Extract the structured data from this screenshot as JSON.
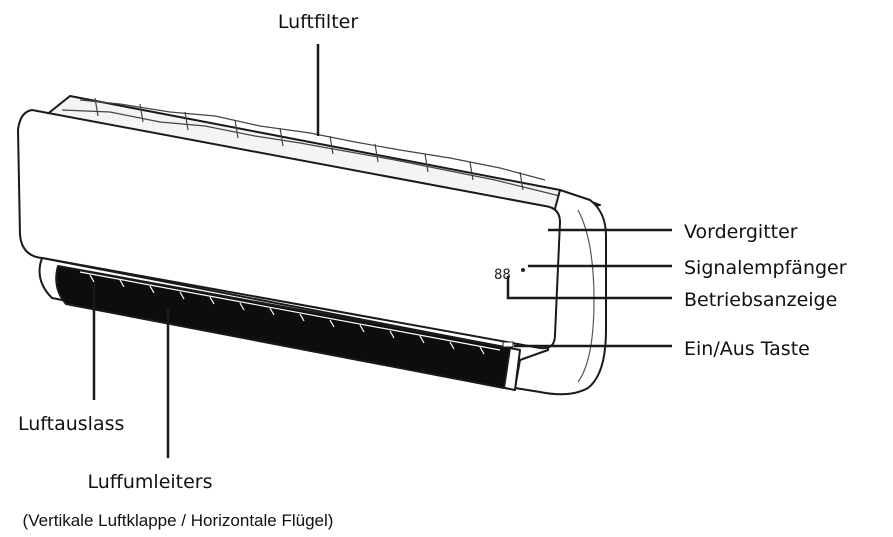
{
  "labels": {
    "air_filter": "Luftfilter",
    "front_grille": "Vordergitter",
    "signal_receiver": "Signalempfänger",
    "operation_indicator": "Betriebsanzeige",
    "on_off_button": "Ein/Aus Taste",
    "air_outlet": "Luftauslass",
    "air_deflector": "Luffumleiters",
    "air_deflector_detail": "(Vertikale Luftklappe / Horizontale Flügel)"
  },
  "display_digits": "88",
  "colors": {
    "line": "#1a1a1a",
    "fill": "#ffffff",
    "outlet": "#0d0d0d"
  }
}
